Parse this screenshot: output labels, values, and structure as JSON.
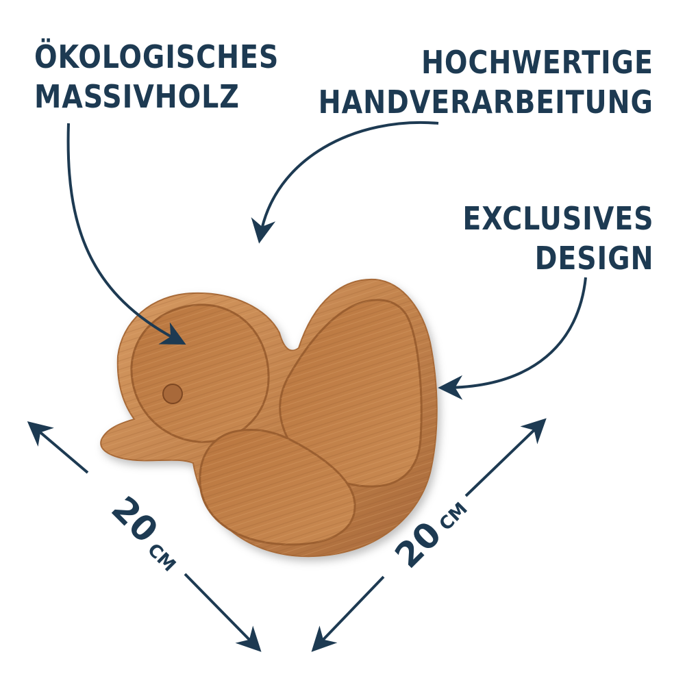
{
  "callouts": {
    "material": {
      "line1": "ÖKOLOGISCHES",
      "line2": "MASSIVHOLZ"
    },
    "craft": {
      "line1": "HOCHWERTIGE",
      "line2": "HANDVERARBEITUNG"
    },
    "design": {
      "line1": "EXCLUSIVES",
      "line2": "DESIGN"
    }
  },
  "dimensions": {
    "width": {
      "value": "20",
      "unit": "CM"
    },
    "depth": {
      "value": "20",
      "unit": "CM"
    }
  },
  "colors": {
    "text": "#1d3a52",
    "wood_light": "#c98a54",
    "wood_dark": "#8a5128",
    "background": "#ffffff"
  }
}
